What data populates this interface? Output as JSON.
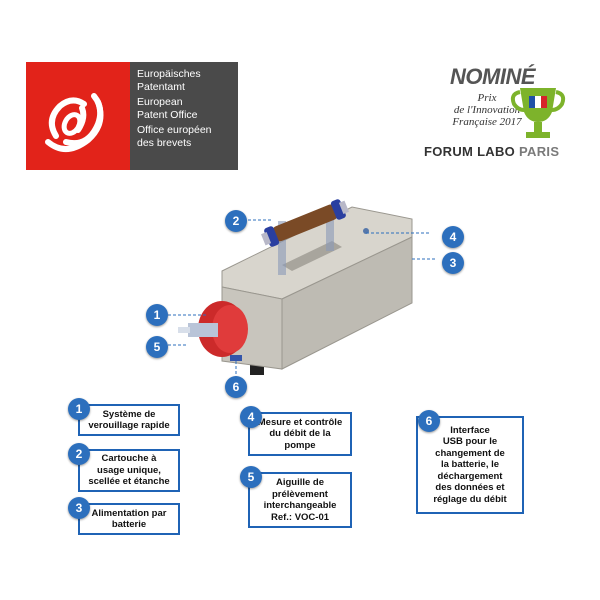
{
  "epo": {
    "lines": [
      "Europäisches",
      "Patentamt",
      "European",
      "Patent Office",
      "Office européen",
      "des brevets"
    ]
  },
  "award": {
    "nomine": "NOMINÉ",
    "prix_line1": "Prix",
    "prix_line2": "de l'Innovation",
    "prix_line3": "Française 2017",
    "forum": "FORUM LABO",
    "paris": "PARIS"
  },
  "callouts": [
    "1",
    "2",
    "3",
    "4",
    "5",
    "6"
  ],
  "legend": [
    {
      "num": "1",
      "lines": [
        "Système de",
        "verouillage rapide"
      ]
    },
    {
      "num": "2",
      "lines": [
        "Cartouche à",
        "usage unique,",
        "scellée et étanche"
      ]
    },
    {
      "num": "3",
      "lines": [
        "Alimentation par",
        "batterie"
      ]
    },
    {
      "num": "4",
      "lines": [
        "Mesure et contrôle",
        "du débit de la",
        "pompe"
      ]
    },
    {
      "num": "5",
      "lines": [
        "Aiguille de",
        "prélèvement",
        "interchangeable",
        "Ref.: VOC-01"
      ]
    },
    {
      "num": "6",
      "lines": [
        "Interface",
        "USB pour le",
        "changement de",
        "la batterie, le",
        "déchargement",
        "des données et",
        "réglage du débit"
      ]
    }
  ],
  "colors": {
    "accent_blue": "#2c6fbd",
    "epo_red": "#e2231a",
    "epo_grey": "#4a4a4a"
  }
}
